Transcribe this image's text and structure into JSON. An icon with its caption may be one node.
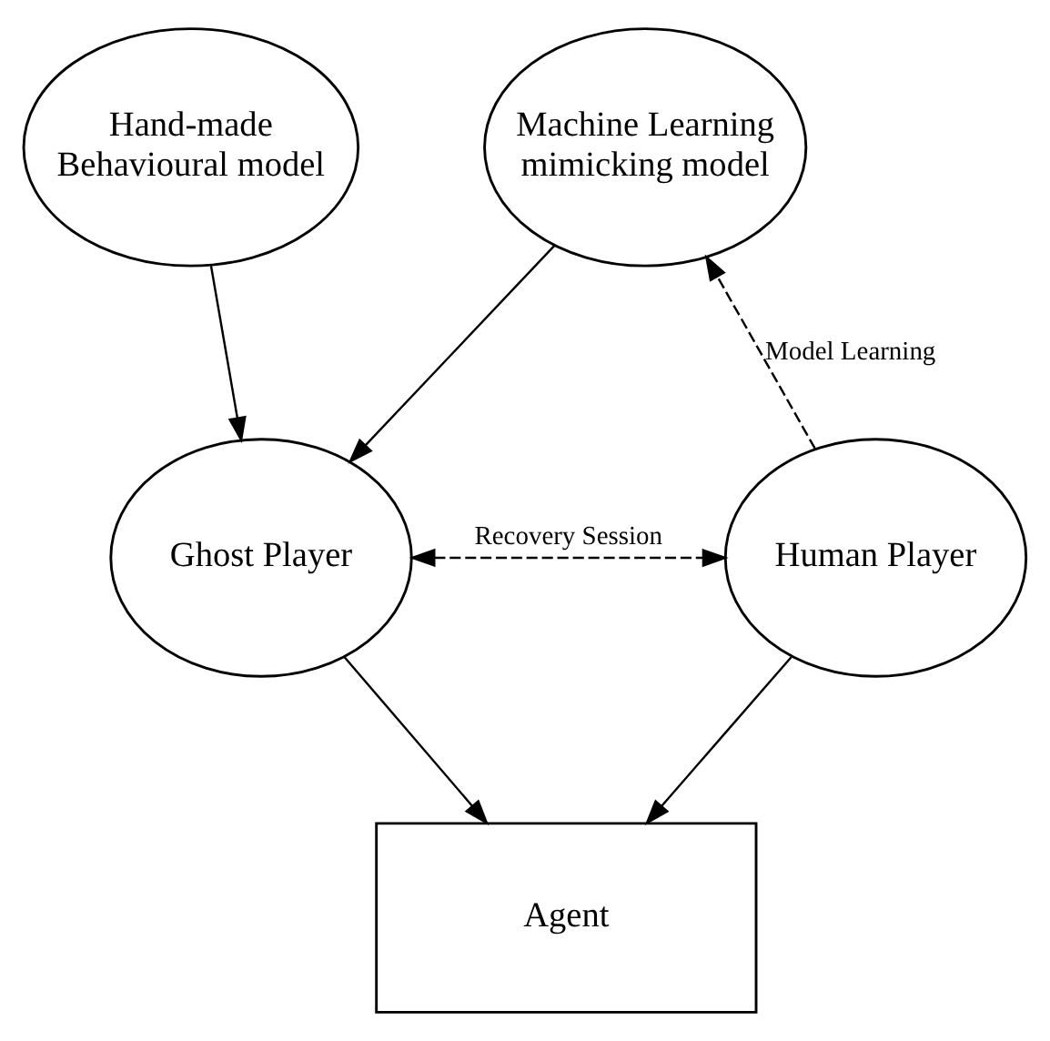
{
  "diagram": {
    "nodes": [
      {
        "text": [
          "Hand-made Behavioural model"
        ]
      },
      {
        "text": [
          "Machine Learning mimicking model"
        ]
      },
      {
        "text": [
          "Ghost Player"
        ]
      },
      {
        "text": [
          "Human Player"
        ]
      },
      {
        "text": [
          "Agent"
        ]
      }
    ],
    "edges": [
      {
        "from": 0,
        "to": 2,
        "arrow": "to"
      },
      {
        "from": 1,
        "to": 2,
        "arrow": "to"
      },
      {
        "from": 3,
        "to": 1,
        "arrow": "to",
        "style": "dashed",
        "label": "Model Learning"
      },
      {
        "from": 2,
        "to": 3,
        "arrow": "both",
        "style": "dashed",
        "label": "Recovery Session"
      },
      {
        "from": 2,
        "to": 4,
        "arrow": "to"
      },
      {
        "from": 3,
        "to": 4,
        "arrow": "to"
      }
    ]
  }
}
